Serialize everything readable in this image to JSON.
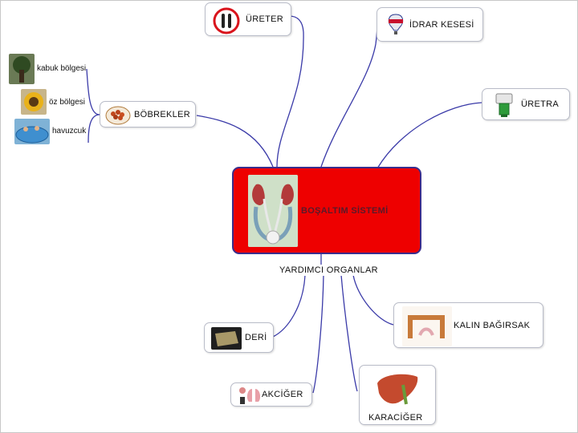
{
  "center": {
    "title": "BOŞALTIM SİSTEMİ",
    "icon": "kidney-bladder-icon",
    "color": "#ee0000"
  },
  "top_nodes": {
    "ureter": "ÜRETER",
    "bladder": "İDRAR KESESİ",
    "urethra": "ÜRETRA",
    "kidneys": "BÖBREKLER"
  },
  "kidney_parts": [
    "kabuk bölgesi",
    "öz bölgesi",
    "havuzcuk"
  ],
  "helper_title": "YARDIMCI ORGANLAR",
  "helpers": {
    "large_intestine": "KALIN BAĞIRSAK",
    "skin": "DERİ",
    "lung": "AKCİĞER",
    "liver": "KARACİĞER"
  },
  "link_color": "#3a3aa8"
}
